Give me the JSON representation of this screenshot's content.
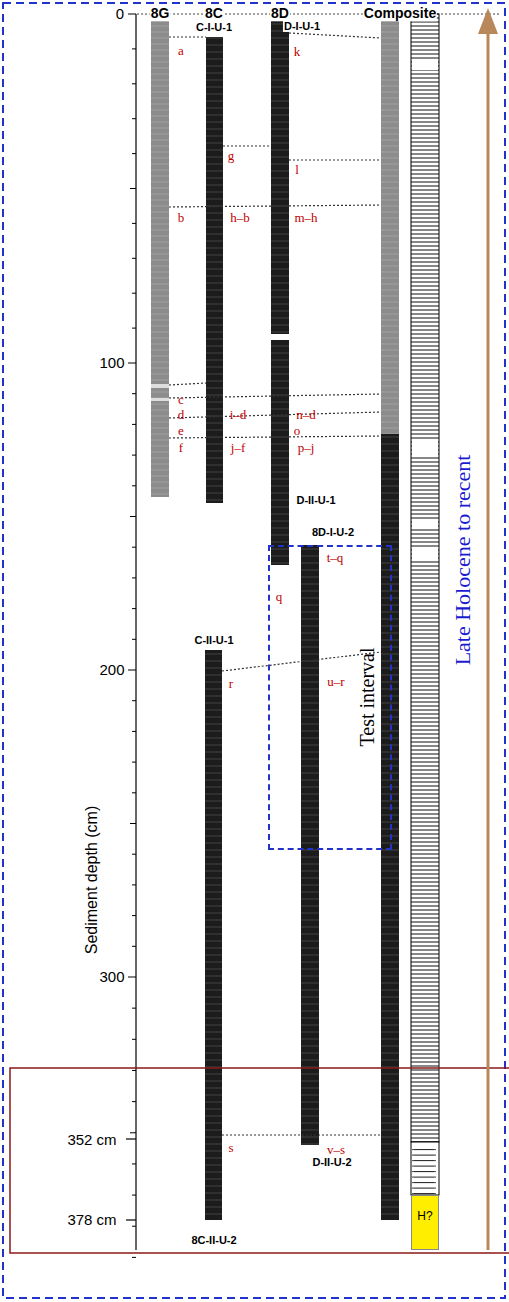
{
  "diagram": {
    "nodes": [
      {
        "text": [
          "Test interval"
        ]
      },
      {
        "text": [
          "H?"
        ]
      }
    ],
    "labels": [
      "8G",
      "8C",
      "8D",
      "Composite",
      "0",
      "100",
      "200",
      "300",
      "352 cm",
      "378 cm",
      "Sediment depth (cm)",
      "C-I-U-1",
      "D-I-U-1",
      "D-II-U-1",
      "8D-I-U-2",
      "C-II-U-1",
      "D-II-U-2",
      "8C-II-U-2",
      "a",
      "b",
      "c",
      "d",
      "e",
      "f",
      "g",
      "h–b",
      "i–d",
      "j–f",
      "k",
      "l",
      "m–h",
      "n–d",
      "o",
      "p–j",
      "q",
      "t–q",
      "r",
      "u–r",
      "s",
      "v–s",
      "Late Holocene to recent"
    ]
  }
}
